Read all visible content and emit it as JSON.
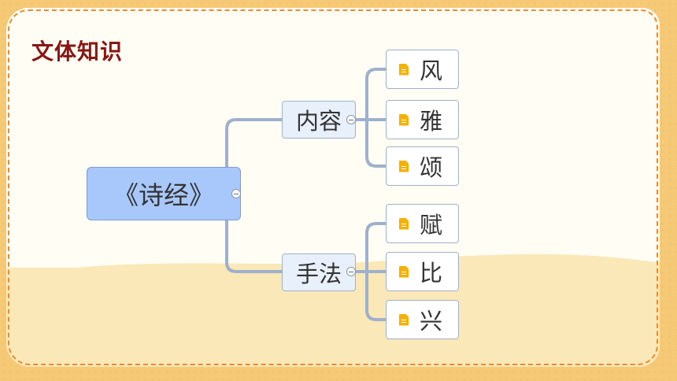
{
  "title": "文体知识",
  "root": "《诗经》",
  "branches": [
    {
      "label": "内容",
      "leaves": [
        "风",
        "雅",
        "颂"
      ]
    },
    {
      "label": "手法",
      "leaves": [
        "赋",
        "比",
        "兴"
      ]
    }
  ],
  "colors": {
    "title": "#8b1512",
    "root_fill": "#a8c8fb",
    "branch_fill": "#e8f0fc",
    "connector": "#9fb0cc",
    "doc_icon": "#f5b000",
    "border_dash": "#f08a2c"
  },
  "icons": {
    "leaf": "document-icon",
    "toggle": "collapse-icon"
  }
}
